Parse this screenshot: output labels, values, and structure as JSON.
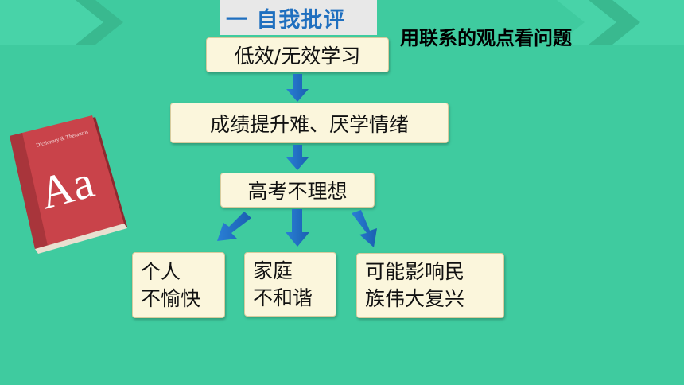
{
  "header": {
    "title": "一  自我批评",
    "subtitle": "用联系的观点看问题"
  },
  "book": {
    "letters": "Aa",
    "spine_text": "Dictionary & Thesaurus"
  },
  "flow": {
    "step1": "低效/无效学习",
    "step2": "成绩提升难、厌学情绪",
    "step3": "高考不理想",
    "out1": [
      "个人",
      "不愉快"
    ],
    "out2": [
      "家庭",
      "不和谐"
    ],
    "out3": [
      "可能影响民",
      "族伟大复兴"
    ]
  },
  "colors": {
    "background": "#3fcb9f",
    "title_text": "#1f6fbf",
    "node_fill": "#fbf6dc",
    "arrow": "#1f6fc8",
    "book": "#c9434a"
  }
}
